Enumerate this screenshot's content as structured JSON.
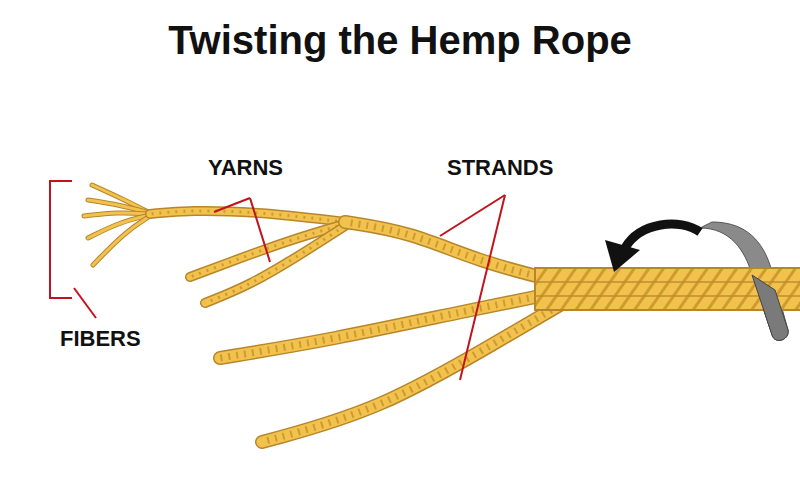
{
  "diagram": {
    "title": "Twisting the Hemp Rope",
    "labels": [
      "YARNS",
      "STRANDS",
      "FIBERS"
    ]
  }
}
